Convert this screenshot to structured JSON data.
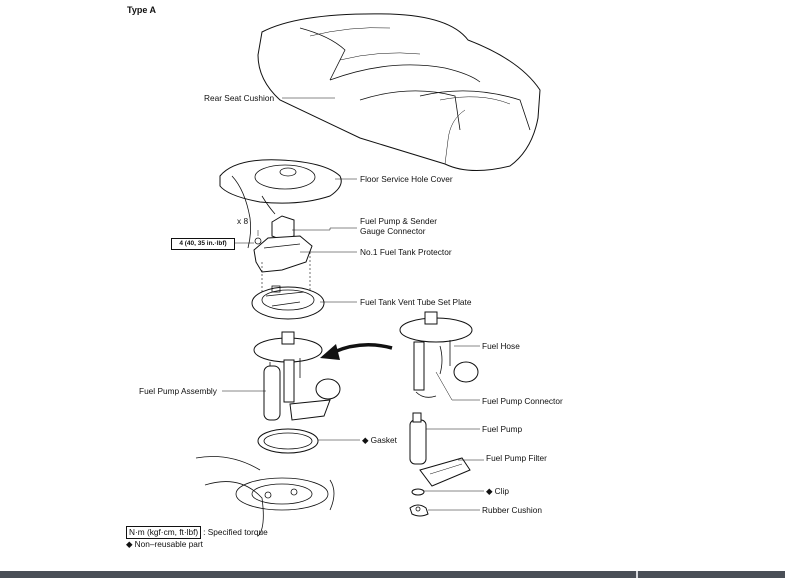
{
  "diagram": {
    "title": "Type A",
    "labels": {
      "rear_seat_cushion": "Rear Seat Cushion",
      "floor_service_hole_cover": "Floor Service Hole Cover",
      "x8": "x 8",
      "torque_spec": "4 (40, 35 in.·lbf)",
      "connector_line1": "Fuel Pump & Sender",
      "connector_line2": "Gauge Connector",
      "tank_protector": "No.1 Fuel Tank Protector",
      "vent_tube_plate": "Fuel Tank Vent Tube Set Plate",
      "fuel_hose": "Fuel Hose",
      "fuel_pump_assembly": "Fuel Pump Assembly",
      "fuel_pump_connector": "Fuel Pump Connector",
      "gasket": "◆ Gasket",
      "fuel_pump": "Fuel Pump",
      "fuel_pump_filter": "Fuel Pump Filter",
      "clip": "◆ Clip",
      "rubber_cushion": "Rubber Cushion"
    },
    "legend": {
      "torque_unit": "N·m (kgf·cm, ft·lbf)",
      "torque_text": ": Specified torque",
      "non_reusable": "◆ Non–reusable part"
    }
  }
}
